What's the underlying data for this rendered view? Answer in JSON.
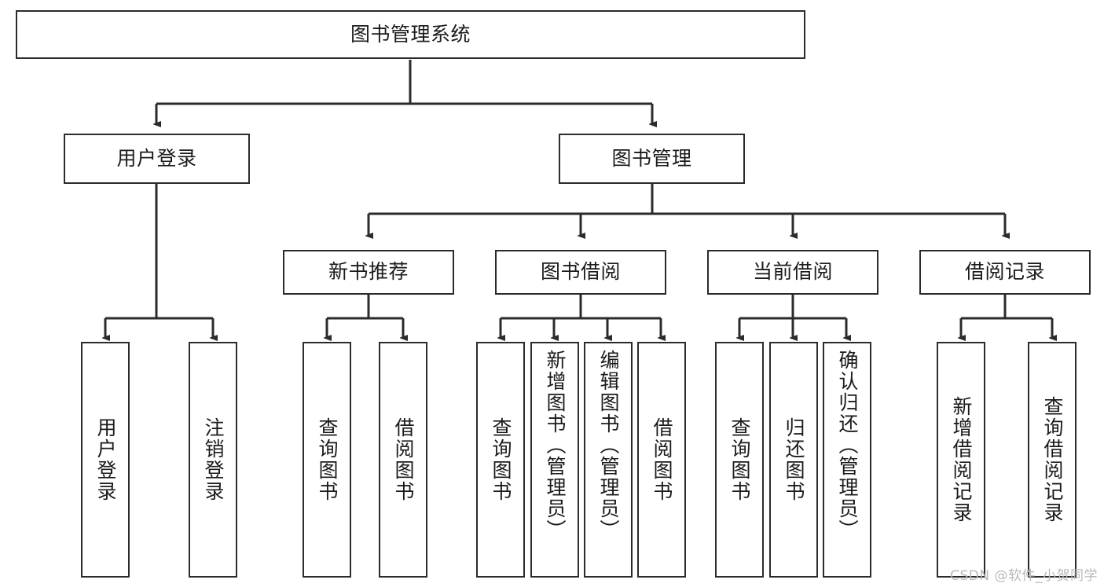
{
  "diagram": {
    "title": "图书管理系统",
    "type": "tree-hierarchy-diagram",
    "colors": {
      "box_border": "#2b2b2b",
      "box_fill": "#ffffff",
      "connector": "#2b2b2b",
      "background": "#ffffff",
      "watermark": "#b9b9b9"
    },
    "root": {
      "label": "图书管理系统"
    },
    "tier2": [
      {
        "label": "用户登录"
      },
      {
        "label": "图书管理"
      }
    ],
    "tier3": [
      {
        "label": "新书推荐"
      },
      {
        "label": "图书借阅"
      },
      {
        "label": "当前借阅"
      },
      {
        "label": "借阅记录"
      }
    ],
    "leaves": {
      "user_login": [
        {
          "label": "用户登录"
        },
        {
          "label": "注销登录"
        }
      ],
      "new_book_recommend": [
        {
          "label": "查询图书"
        },
        {
          "label": "借阅图书"
        }
      ],
      "book_borrow": [
        {
          "label": "查询图书"
        },
        {
          "label": "新增图书（管理员）"
        },
        {
          "label": "编辑图书（管理员）"
        },
        {
          "label": "借阅图书"
        }
      ],
      "current_borrow": [
        {
          "label": "查询图书"
        },
        {
          "label": "归还图书"
        },
        {
          "label": "确认归还（管理员）"
        }
      ],
      "borrow_record": [
        {
          "label": "新增借阅记录"
        },
        {
          "label": "查询借阅记录"
        }
      ]
    }
  },
  "watermark": {
    "text": "CSDN @软件_小贺同学"
  }
}
